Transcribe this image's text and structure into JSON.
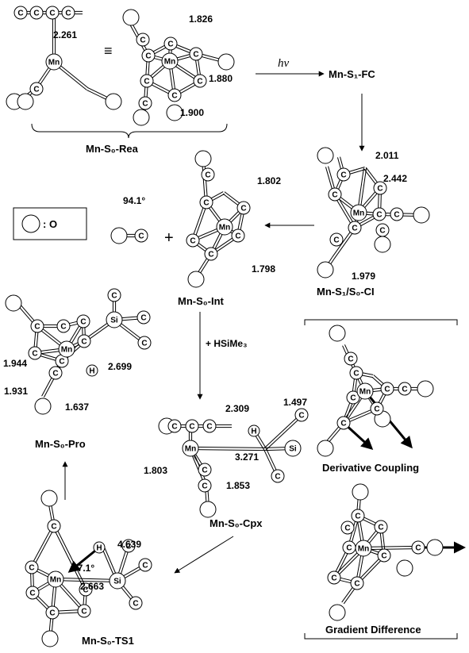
{
  "structures": {
    "rea": "Mn-S₀-Rea",
    "fc": "Mn-S₁-FC",
    "ci": "Mn-S₁/S₀-CI",
    "int": "Mn-S₀-Int",
    "pro": "Mn-S₀-Pro",
    "cpx": "Mn-S₀-Cpx",
    "ts1": "Mn-S₀-TS1"
  },
  "arrows": {
    "photo": "hv",
    "reagent": "+ HSiMe₃"
  },
  "legend": {
    "symbol_text": ": O",
    "equiv": "≡"
  },
  "vectors": {
    "derivative": "Derivative Coupling",
    "gradient": "Gradient Difference"
  },
  "atoms": {
    "mn": "Mn",
    "c": "C",
    "si": "Si",
    "h": "H"
  },
  "distances": {
    "rea_left": "2.261",
    "rea_1": "1.826",
    "rea_2": "1.880",
    "rea_3": "1.900",
    "ci_1": "2.011",
    "ci_2": "2.442",
    "ci_3": "1.979",
    "int_angle": "94.1°",
    "int_1": "1.802",
    "int_2": "1.798",
    "pro_1": "1.944",
    "pro_2": "2.699",
    "pro_3": "1.931",
    "pro_4": "1.637",
    "cpx_1": "2.309",
    "cpx_2": "1.497",
    "cpx_3": "3.271",
    "cpx_4": "1.803",
    "cpx_5": "1.853",
    "ts_1": "4.639",
    "ts_angle": "67.1°",
    "ts_2": "2.663"
  }
}
